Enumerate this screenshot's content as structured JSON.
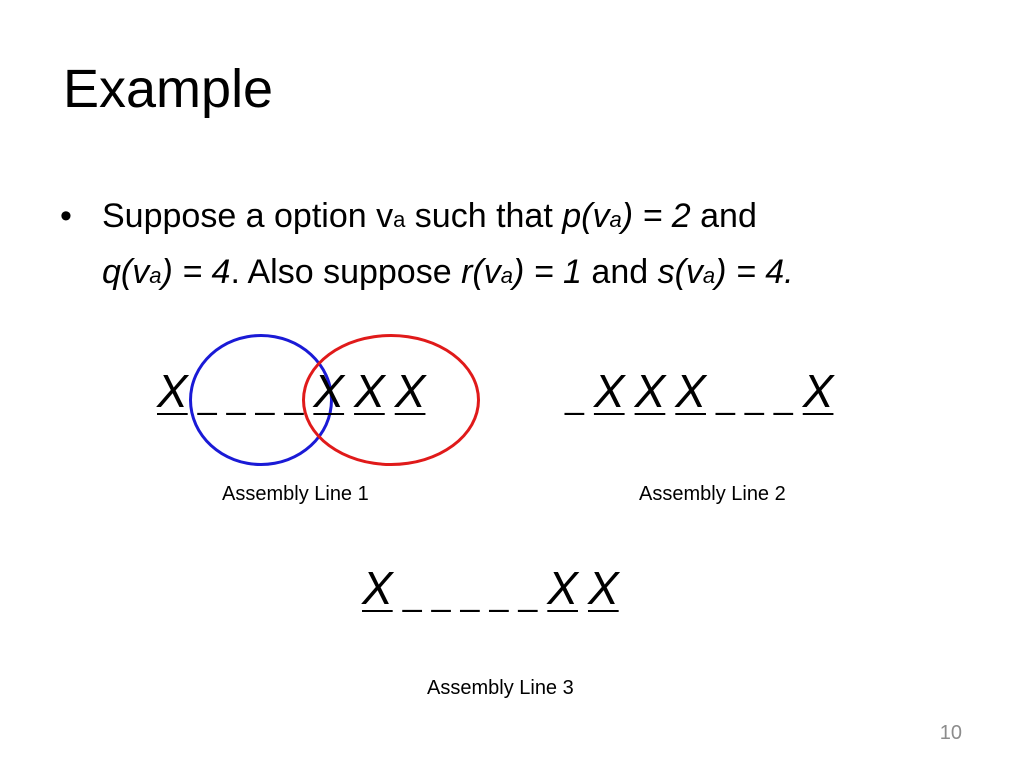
{
  "slide": {
    "title": "Example",
    "page_number": "10"
  },
  "bullet": {
    "symbol": "•",
    "line1_pre": "Suppose a option v",
    "line1_sub": "a",
    "line1_mid": " such that ",
    "p_expr_pre": "p(v",
    "p_expr_sub": "a",
    "p_expr_post": ") = 2",
    "and1": " and",
    "q_expr_pre": "q(v",
    "q_expr_sub": "a",
    "q_expr_post": ") = 4",
    "also": ". Also suppose ",
    "r_expr_pre": "r(v",
    "r_expr_sub": "a",
    "r_expr_post": ") = 1",
    "and2": " and ",
    "s_expr_pre": "s(v",
    "s_expr_sub": "a",
    "s_expr_post": ") = 4."
  },
  "assembly_lines": [
    {
      "caption": "Assembly Line 1",
      "tokens": [
        "X",
        "_",
        "_",
        "_",
        "_",
        "X",
        "X",
        "X"
      ]
    },
    {
      "caption": "Assembly Line 2",
      "tokens": [
        "_",
        "X",
        "X",
        "X",
        "_",
        "_",
        "_",
        "X"
      ]
    },
    {
      "caption": "Assembly Line 3",
      "tokens": [
        "X",
        "_",
        "_",
        "_",
        "_",
        "_",
        "X",
        "X"
      ]
    }
  ],
  "colors": {
    "circle_left": "#1a1ad6",
    "circle_right": "#e01a1a",
    "page_number": "#8c8c8c"
  }
}
